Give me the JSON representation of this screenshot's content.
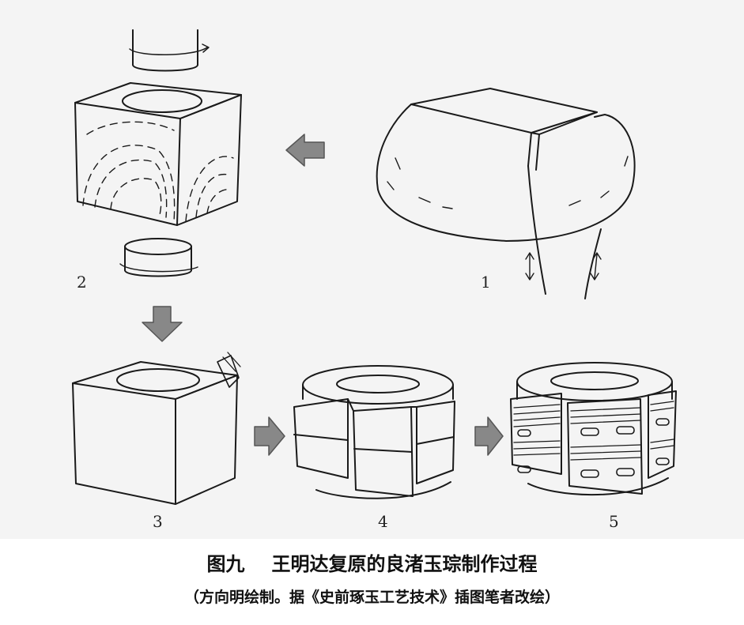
{
  "figure": {
    "steps": [
      {
        "number": "1"
      },
      {
        "number": "2"
      },
      {
        "number": "3"
      },
      {
        "number": "4"
      },
      {
        "number": "5"
      }
    ]
  },
  "caption": {
    "figure_no": "图九",
    "title": "王明达复原的良渚玉琮制作过程",
    "subtitle": "（方向明绘制。据《史前琢玉工艺技术》插图笔者改绘）"
  },
  "colors": {
    "line": "#1a1a1a",
    "arrow_fill": "#888888",
    "panel_bg": "#f4f4f4"
  }
}
